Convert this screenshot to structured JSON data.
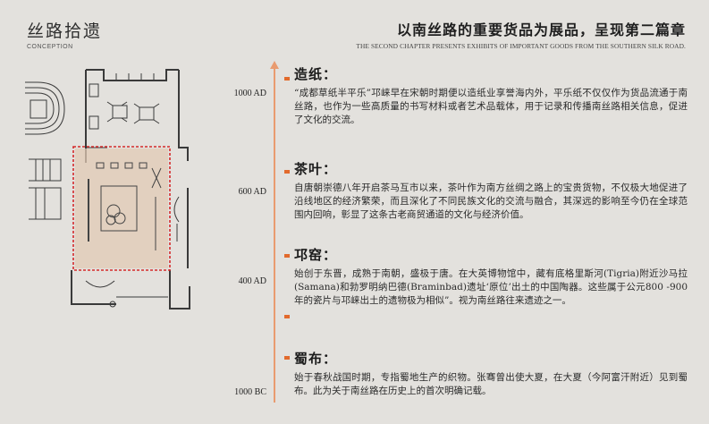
{
  "header": {
    "left_title": "丝路拾遗",
    "left_sub": "CONCEPTION",
    "right_title": "以南丝路的重要货品为展品，呈现第二篇章",
    "right_sub": "THE SECOND CHAPTER PRESENTS EXHIBITS OF IMPORTANT GOODS FROM THE SOUTHERN SILK ROAD."
  },
  "timeline": {
    "years": [
      "1000 AD",
      "600 AD",
      "400 AD",
      "1000 BC"
    ]
  },
  "sections": [
    {
      "title": "造纸：",
      "body": "“成都草纸半平乐”邛崃早在宋朝时期便以造纸业享誉海内外，平乐纸不仅仅作为货品流通于南丝路，也作为一些高质量的书写材料或者艺术品载体，用于记录和传播南丝路相关信息，促进了文化的交流。"
    },
    {
      "title": "茶叶：",
      "body": "自唐朝崇德八年开启茶马互市以来，茶叶作为南方丝绸之路上的宝贵货物，不仅极大地促进了沿线地区的经济繁荣，而且深化了不同民族文化的交流与融合，其深远的影响至今仍在全球范围内回响，彰显了这条古老商贸通道的文化与经济价值。"
    },
    {
      "title": "邛窑：",
      "body": "始创于东晋，成熟于南朝，盛极于唐。在大英博物馆中，藏有底格里斯河(Tigria)附近沙马拉(Samana)和勃罗明纳巴德(Braminbad)遗址‘原位’出土的中国陶器。这些属于公元800 -900 年的瓷片与邛崃出土的遗物极为相似”。视为南丝路往来遗迹之一。"
    },
    {
      "title": "蜀布：",
      "body": "始于春秋战国时期，专指蜀地生产的织物。张骞曾出使大夏，在大夏（今阿富汗附近）见到蜀布。此为关于南丝路在历史上的首次明确记载。"
    }
  ]
}
